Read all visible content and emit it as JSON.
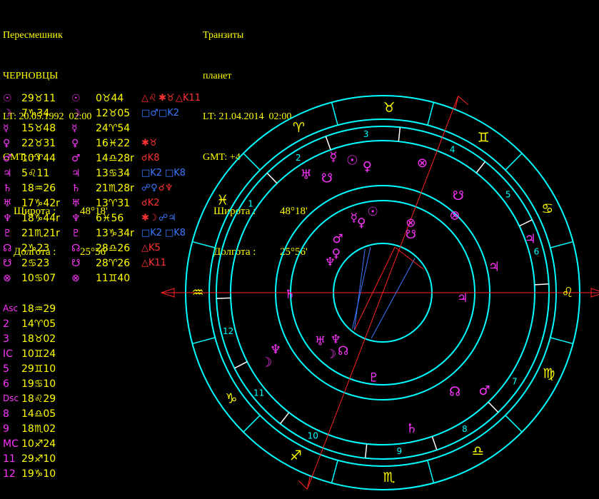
{
  "natal": {
    "name": "Пересмешник",
    "place": "ЧЕРНОВЦЫ",
    "lt": "LT: 20.05.1992  02:00",
    "gmt": "GMT: +3",
    "lat_label": "Широта :",
    "lat_value": "48°18'",
    "lon_label": "Долгота :",
    "lon_value": "25°56'"
  },
  "transit": {
    "title": "Транзиты",
    "subtitle": "планет",
    "lt": "LT: 21.04.2014  02:00",
    "gmt": "GMT: +4",
    "lat_label": "Широта :",
    "lat_value": "48°18'",
    "lon_label": "Долгота :",
    "lon_value": "25°56'"
  },
  "planets": [
    {
      "glyph": "☉",
      "natal": "29♉11",
      "transit": "0♉44",
      "aspects": [
        {
          "t": "△♌",
          "c": "red"
        },
        {
          "t": "✱♉",
          "c": "red"
        },
        {
          "t": "△K11",
          "c": "red"
        }
      ]
    },
    {
      "glyph": "☽",
      "natal": "7♑34",
      "transit": "12♉05",
      "aspects": [
        {
          "t": "□♂",
          "c": "blue"
        },
        {
          "t": "□K2",
          "c": "blue"
        }
      ]
    },
    {
      "glyph": "☿",
      "natal": "15♉48",
      "transit": "24♈54",
      "aspects": []
    },
    {
      "glyph": "♀",
      "natal": "22♉31",
      "transit": "16♓22",
      "aspects": [
        {
          "t": "✱♉",
          "c": "red"
        }
      ]
    },
    {
      "glyph": "♂",
      "natal": "10♈44",
      "transit": "14♎28r",
      "aspects": [
        {
          "t": "☌K8",
          "c": "red"
        }
      ]
    },
    {
      "glyph": "♃",
      "natal": "5♌11",
      "transit": "13♋34",
      "aspects": [
        {
          "t": "□K2",
          "c": "blue"
        },
        {
          "t": "□K8",
          "c": "blue"
        }
      ]
    },
    {
      "glyph": "♄",
      "natal": "18♒26",
      "transit": "21♏28r",
      "aspects": [
        {
          "t": "☍♀",
          "c": "blue"
        },
        {
          "t": "☌♆",
          "c": "red"
        }
      ]
    },
    {
      "glyph": "♅",
      "natal": "17♑42r",
      "transit": "13♈31",
      "aspects": [
        {
          "t": "☌K2",
          "c": "red"
        }
      ]
    },
    {
      "glyph": "♆",
      "natal": "18♑44r",
      "transit": "6♓56",
      "aspects": [
        {
          "t": "✱☽",
          "c": "red"
        },
        {
          "t": "☍♃",
          "c": "blue"
        }
      ]
    },
    {
      "glyph": "♇",
      "natal": "21♏21r",
      "transit": "13♑34r",
      "aspects": [
        {
          "t": "□K2",
          "c": "blue"
        },
        {
          "t": "□K8",
          "c": "blue"
        }
      ]
    },
    {
      "glyph": "☊",
      "natal": "2♑23",
      "transit": "28♎26",
      "aspects": [
        {
          "t": "△K5",
          "c": "red"
        }
      ]
    },
    {
      "glyph": "☋",
      "natal": "2♋23",
      "transit": "28♈26",
      "aspects": [
        {
          "t": "△K11",
          "c": "red"
        }
      ]
    },
    {
      "glyph": "⊗",
      "natal": "10♋07",
      "transit": "11♊40",
      "aspects": []
    }
  ],
  "houses": [
    {
      "label": "Asc",
      "value": "18♒29"
    },
    {
      "label": "2",
      "value": "14♈05"
    },
    {
      "label": "3",
      "value": "18♉02"
    },
    {
      "label": "IC",
      "value": "10♊24"
    },
    {
      "label": "5",
      "value": "29♊10"
    },
    {
      "label": "6",
      "value": "19♋10"
    },
    {
      "label": "Dsc",
      "value": "18♌29"
    },
    {
      "label": "8",
      "value": "14♎05"
    },
    {
      "label": "9",
      "value": "18♏02"
    },
    {
      "label": "MC",
      "value": "10♐24"
    },
    {
      "label": "11",
      "value": "29♐10"
    },
    {
      "label": "12",
      "value": "19♑10"
    }
  ],
  "wheel": {
    "zodiac": [
      {
        "glyph": "♒",
        "angle": 0
      },
      {
        "glyph": "♑",
        "angle": -35
      },
      {
        "glyph": "♐",
        "angle": -62
      },
      {
        "glyph": "♏",
        "angle": -92
      },
      {
        "glyph": "♎",
        "angle": -121
      },
      {
        "glyph": "♍",
        "angle": -154
      },
      {
        "glyph": "♌",
        "angle": -180
      },
      {
        "glyph": "♋",
        "angle": -207
      },
      {
        "glyph": "♊",
        "angle": -237
      },
      {
        "glyph": "♉",
        "angle": -268
      },
      {
        "glyph": "♈",
        "angle": -297
      },
      {
        "glyph": "♓",
        "angle": -330
      }
    ],
    "house_numbers": [
      {
        "n": "1",
        "angle": -326
      },
      {
        "n": "2",
        "angle": -302
      },
      {
        "n": "3",
        "angle": -276
      },
      {
        "n": "4",
        "angle": -244
      },
      {
        "n": "5",
        "angle": -218
      },
      {
        "n": "6",
        "angle": -195
      },
      {
        "n": "7",
        "angle": -146
      },
      {
        "n": "8",
        "angle": -121
      },
      {
        "n": "9",
        "angle": -96
      },
      {
        "n": "10",
        "angle": -64
      },
      {
        "n": "11",
        "angle": -39
      },
      {
        "n": "12",
        "angle": -14
      }
    ],
    "transit_planets": [
      {
        "glyph": "♄",
        "angle": -102,
        "r": 195
      },
      {
        "glyph": "☊",
        "angle": -126,
        "r": 172
      },
      {
        "glyph": "♂",
        "angle": -136,
        "r": 198
      },
      {
        "glyph": "♃",
        "angle": -193,
        "r": 160
      },
      {
        "glyph": "⊗",
        "angle": -227,
        "r": 148
      },
      {
        "glyph": "☋",
        "angle": -232,
        "r": 172
      },
      {
        "glyph": "♃",
        "angle": -200,
        "r": 220
      },
      {
        "glyph": "⊗",
        "angle": -253,
        "r": 190
      },
      {
        "glyph": "☉",
        "angle": -283,
        "r": 190
      },
      {
        "glyph": "♀",
        "angle": -277,
        "r": 178
      },
      {
        "glyph": "☿",
        "angle": -290,
        "r": 202
      },
      {
        "glyph": "☋",
        "angle": -296,
        "r": 178
      },
      {
        "glyph": "♅",
        "angle": -303,
        "r": 197
      },
      {
        "glyph": "♆",
        "angle": -28,
        "r": 170
      },
      {
        "glyph": "☽",
        "angle": -31,
        "r": 190
      }
    ],
    "natal_planets": [
      {
        "glyph": "♇",
        "angle": -84,
        "r": 120
      },
      {
        "glyph": "☽",
        "angle": -50,
        "r": 113
      },
      {
        "glyph": "☊",
        "angle": -56,
        "r": 99
      },
      {
        "glyph": "♅",
        "angle": -38,
        "r": 111
      },
      {
        "glyph": "♆",
        "angle": -45,
        "r": 93
      },
      {
        "glyph": "♃",
        "angle": -176,
        "r": 112
      },
      {
        "glyph": "♄",
        "angle": -1,
        "r": 130
      },
      {
        "glyph": "♆",
        "angle": -330,
        "r": 85
      },
      {
        "glyph": "♀",
        "angle": -320,
        "r": 85
      },
      {
        "glyph": "♂",
        "angle": -310,
        "r": 98
      },
      {
        "glyph": "♀",
        "angle": -287,
        "r": 102
      },
      {
        "glyph": "☿",
        "angle": -291,
        "r": 112
      },
      {
        "glyph": "☉",
        "angle": -277,
        "r": 114
      },
      {
        "glyph": "⊗",
        "angle": -248,
        "r": 105
      },
      {
        "glyph": "☋",
        "angle": -244,
        "r": 90
      }
    ]
  },
  "colors": {
    "ring": "#00ffff",
    "natal_glyph": "#ff33ff",
    "transit_glyph": "#ffff00",
    "axis": "#ff2222",
    "aspect_blue": "#3b78ff",
    "text": "#ffff00"
  }
}
